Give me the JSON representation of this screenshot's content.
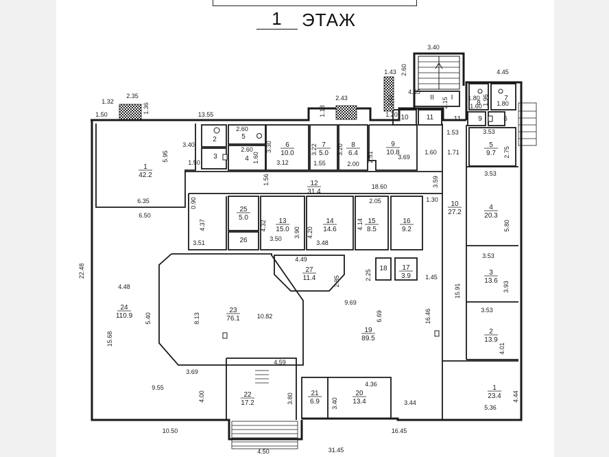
{
  "title": {
    "floor_number": "1",
    "floor_word": "ЭТАЖ"
  },
  "rooms": [
    {
      "id": "room-1-left",
      "num": "1",
      "area": "42.2"
    },
    {
      "id": "room-2-small",
      "num": "2",
      "area": ""
    },
    {
      "id": "room-3-small",
      "num": "3",
      "area": ""
    },
    {
      "id": "room-4-small",
      "num": "4",
      "area": ""
    },
    {
      "id": "room-5-small",
      "num": "5",
      "area": ""
    },
    {
      "id": "room-6",
      "num": "6",
      "area": "10.0"
    },
    {
      "id": "room-7",
      "num": "7",
      "area": "5.0"
    },
    {
      "id": "room-8",
      "num": "8",
      "area": "6.4"
    },
    {
      "id": "room-9",
      "num": "9",
      "area": "10.8"
    },
    {
      "id": "room-10-top",
      "num": "10",
      "area": ""
    },
    {
      "id": "room-11-top",
      "num": "11",
      "area": ""
    },
    {
      "id": "room-12-corridor",
      "num": "12",
      "area": "31.4"
    },
    {
      "id": "room-13",
      "num": "13",
      "area": "15.0"
    },
    {
      "id": "room-14",
      "num": "14",
      "area": "14.6"
    },
    {
      "id": "room-15",
      "num": "15",
      "area": "8.5"
    },
    {
      "id": "room-16",
      "num": "16",
      "area": "9.2"
    },
    {
      "id": "room-17",
      "num": "17",
      "area": "3.9"
    },
    {
      "id": "room-18",
      "num": "18",
      "area": ""
    },
    {
      "id": "room-19",
      "num": "19",
      "area": "89.5"
    },
    {
      "id": "room-20",
      "num": "20",
      "area": "13.4"
    },
    {
      "id": "room-21",
      "num": "21",
      "area": "6.9"
    },
    {
      "id": "room-22",
      "num": "22",
      "area": "17.2"
    },
    {
      "id": "room-23",
      "num": "23",
      "area": "76.1"
    },
    {
      "id": "room-24",
      "num": "24",
      "area": "110.9"
    },
    {
      "id": "room-25",
      "num": "25",
      "area": "5.0"
    },
    {
      "id": "room-26",
      "num": "26",
      "area": ""
    },
    {
      "id": "room-27",
      "num": "27",
      "area": "11.4"
    },
    {
      "id": "room-r10-corridor",
      "num": "10",
      "area": "27.2"
    },
    {
      "id": "room-r1",
      "num": "1",
      "area": "23.4"
    },
    {
      "id": "room-r2",
      "num": "2",
      "area": "13.9"
    },
    {
      "id": "room-r3",
      "num": "3",
      "area": "13.6"
    },
    {
      "id": "room-r4",
      "num": "4",
      "area": "20.3"
    },
    {
      "id": "room-r5",
      "num": "5",
      "area": "9.7"
    },
    {
      "id": "room-r6",
      "num": "6",
      "area": ""
    },
    {
      "id": "room-r7",
      "num": "7",
      "area": ""
    },
    {
      "id": "room-r8",
      "num": "8",
      "area": ""
    },
    {
      "id": "room-r9",
      "num": "9",
      "area": ""
    },
    {
      "id": "room-r11",
      "num": "11",
      "area": ""
    },
    {
      "id": "stair-label-1",
      "num": "I",
      "area": ""
    },
    {
      "id": "stair-label-2",
      "num": "II",
      "area": ""
    }
  ],
  "dimensions": [
    "3.40",
    "4.45",
    "1.43",
    "2.60",
    "4.55",
    "2.35",
    "1.32",
    "1.50",
    "1.36",
    "13.55",
    "2.43",
    "1.18",
    "3.03",
    "1.20",
    "1.80",
    "1.96",
    "1.80",
    "1.60",
    "2.15",
    "1.53",
    "3.53",
    "2.75",
    "2.60",
    "3.40",
    "1.50",
    "2.60",
    "1.60",
    "3.30",
    "3.12",
    "3.22",
    "1.55",
    "3.20",
    "2.00",
    "2.51",
    "3.69",
    "1.60",
    "1.71",
    "5.95",
    "1.56",
    "18.60",
    "3.59",
    "1.30",
    "6.35",
    "6.50",
    "0.90",
    "4.37",
    "3.51",
    "4.32",
    "3.50",
    "3.90",
    "4.20",
    "3.48",
    "2.05",
    "4.14",
    "3.53",
    "5.80",
    "4.49",
    "2.85",
    "2.25",
    "1.45",
    "3.53",
    "3.93",
    "4.48",
    "22.48",
    "9.69",
    "6.69",
    "15.91",
    "16.46",
    "3.53",
    "4.01",
    "5.40",
    "8.13",
    "10.82",
    "15.68",
    "3.69",
    "4.59",
    "4.36",
    "9.55",
    "4.00",
    "3.80",
    "3.40",
    "3.44",
    "4.44",
    "5.36",
    "10.50",
    "16.45",
    "4.50",
    "31.45"
  ]
}
